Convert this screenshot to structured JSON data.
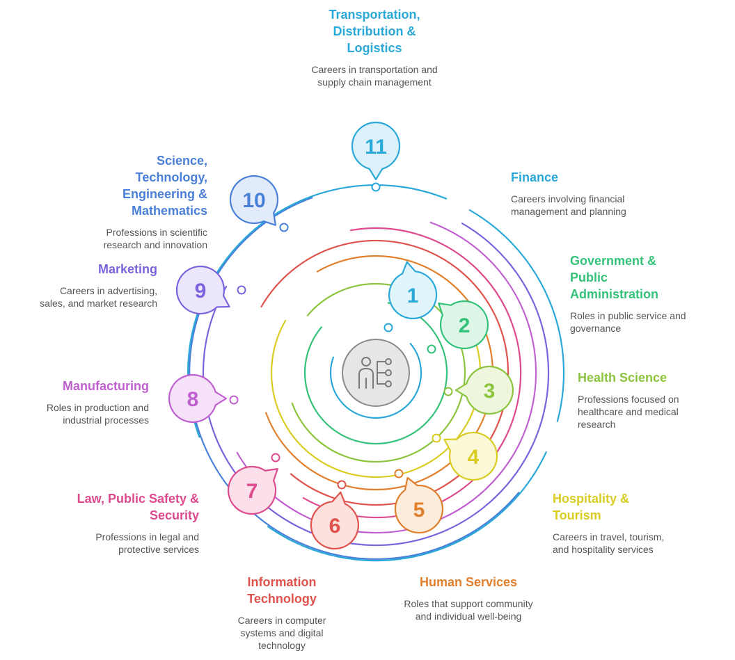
{
  "categories": [
    {
      "num": "1",
      "title": "Finance",
      "description": "Careers involving financial management and planning",
      "stroke": "#2aa8d8",
      "fill": "#dff4fb"
    },
    {
      "num": "2",
      "title": "Government & Public Administration",
      "description": "Roles in public service and governance",
      "stroke": "#34c27a",
      "fill": "#ddf6e8"
    },
    {
      "num": "3",
      "title": "Health Science",
      "description": "Professions focused on healthcare and medical research",
      "stroke": "#8cc43e",
      "fill": "#eef7dd"
    },
    {
      "num": "4",
      "title": "Hospitality & Tourism",
      "description": "Careers in travel, tourism, and hospitality services",
      "stroke": "#d9cc22",
      "fill": "#fbf8d8"
    },
    {
      "num": "5",
      "title": "Human Services",
      "description": "Roles that support community and individual well-being",
      "stroke": "#e07f2c",
      "fill": "#fcecdc"
    },
    {
      "num": "6",
      "title": "Information Technology",
      "description": "Careers in computer systems and digital technology",
      "stroke": "#e0534c",
      "fill": "#fce1df"
    },
    {
      "num": "7",
      "title": "Law, Public Safety & Security",
      "description": "Professions in legal and protective services",
      "stroke": "#de4a8e",
      "fill": "#fbe0ec"
    },
    {
      "num": "8",
      "title": "Manufacturing",
      "description": "Roles in production and industrial processes",
      "stroke": "#c060d0",
      "fill": "#f6e2f8"
    },
    {
      "num": "9",
      "title": "Marketing",
      "description": "Careers in advertising, sales, and market research",
      "stroke": "#7b63dc",
      "fill": "#ebe6fb"
    },
    {
      "num": "10",
      "title": "Science, Technology, Engineering & Mathematics",
      "description": "Professions in scientific research and innovation",
      "stroke": "#4a80d8",
      "fill": "#e2ebfa"
    },
    {
      "num": "11",
      "title": "Transportation, Distribution & Logistics",
      "description": "Careers in transportation and supply chain management",
      "stroke": "#2aa8d8",
      "fill": "#ddf1fa"
    }
  ],
  "icons": {
    "center": "person-network-icon"
  }
}
